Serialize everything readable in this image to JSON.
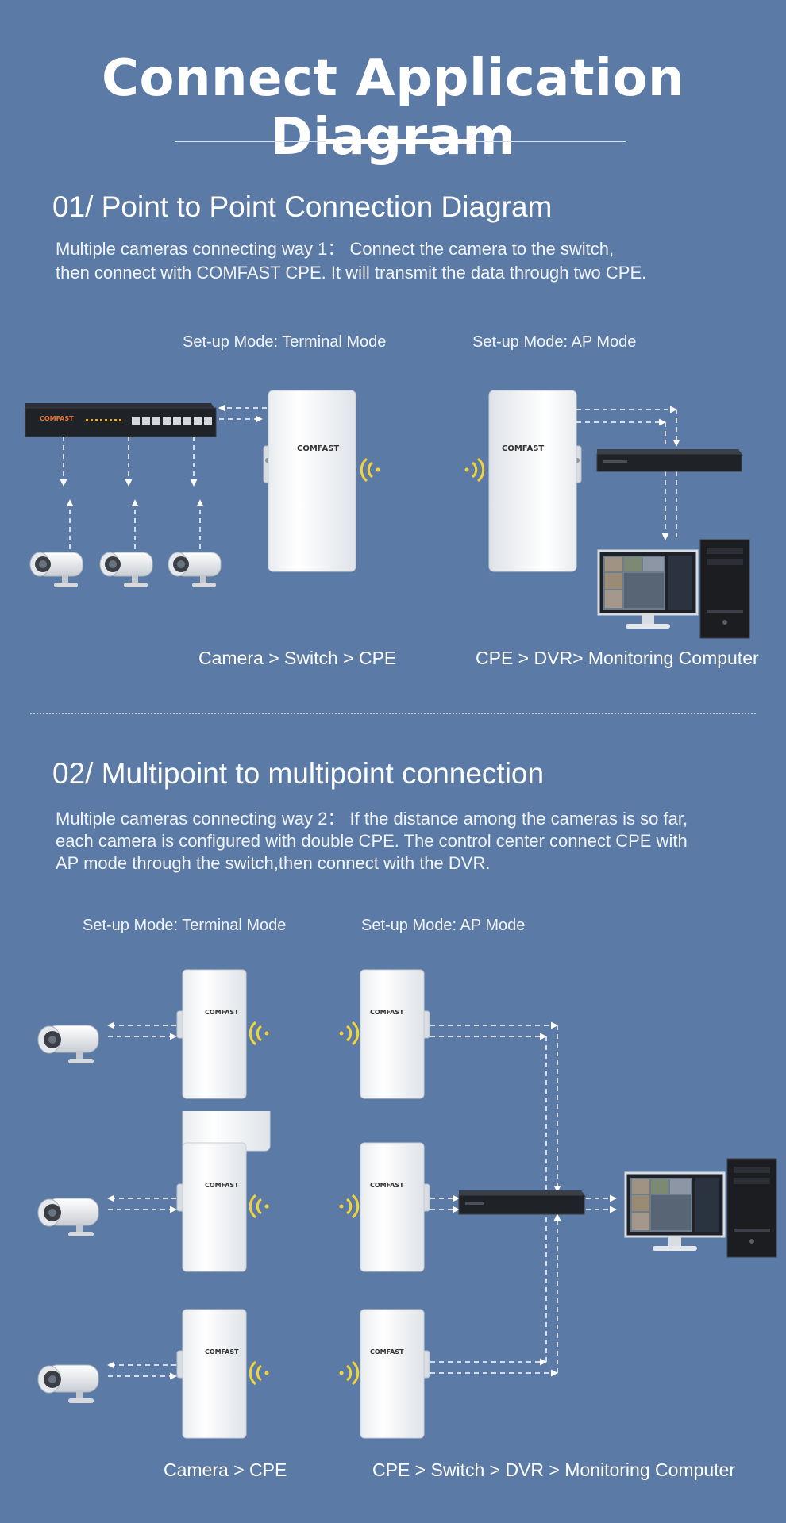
{
  "title": "Connect Application Diagram",
  "section1": {
    "title": "01/  Point to Point Connection Diagram",
    "desc_line1": "Multiple cameras connecting way 1： Connect the camera to the switch,",
    "desc_line2": "then connect with COMFAST CPE. It will transmit the data through two CPE.",
    "mode_left": "Set-up Mode: Terminal Mode",
    "mode_right": "Set-up Mode: AP Mode",
    "flow_left": "Camera > Switch > CPE",
    "flow_right": "CPE > DVR> Monitoring Computer"
  },
  "section2": {
    "title": "02/  Multipoint to multipoint connection",
    "desc_line1": "Multiple cameras connecting way 2： If the distance among the cameras is so far,",
    "desc_line2": "each camera is configured with double CPE. The control center connect CPE with",
    "desc_line3": "AP mode through the switch,then connect with the DVR.",
    "mode_left": "Set-up Mode: Terminal Mode",
    "mode_right": "Set-up Mode: AP Mode",
    "flow_left": "Camera > CPE",
    "flow_right": "CPE > Switch > DVR > Monitoring Computer"
  },
  "brand": {
    "cpe_logo": "COMFAST",
    "switch_logo": "COMFAST"
  },
  "icons": {
    "camera": "cctv-camera-icon",
    "cpe": "cpe-device-icon",
    "switch": "network-switch-icon",
    "dvr": "dvr-icon",
    "computer": "monitoring-computer-icon",
    "signal": "wifi-signal-icon"
  },
  "colors": {
    "background": "#5b7ba6",
    "signal_left": "#f2d33a",
    "signal_right": "#f2d33a"
  }
}
